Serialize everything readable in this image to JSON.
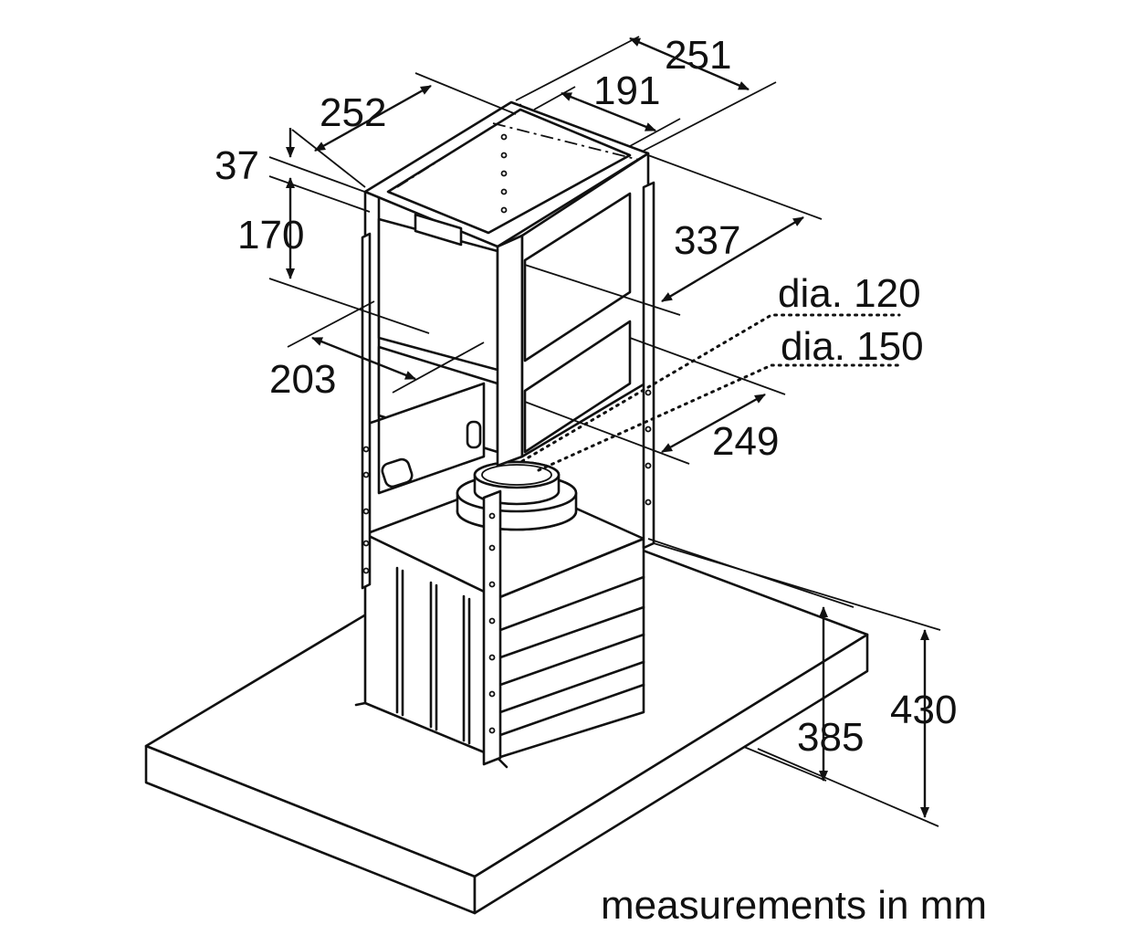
{
  "dimensions": {
    "d251": "251",
    "d191": "191",
    "d252": "252",
    "d37": "37",
    "d170": "170",
    "d337": "337",
    "d203": "203",
    "d249": "249",
    "d385": "385",
    "d430": "430",
    "dia120": "dia. 120",
    "dia150": "dia. 150"
  },
  "caption": "measurements in mm",
  "colors": {
    "line": "#111111",
    "background": "#ffffff"
  }
}
